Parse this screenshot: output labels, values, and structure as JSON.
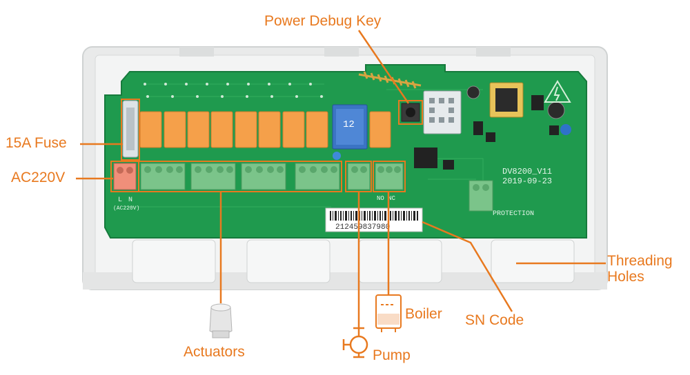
{
  "callouts": {
    "power_debug_key": "Power Debug Key",
    "fuse": "15A Fuse",
    "ac": "AC220V",
    "threading_line1": "Threading",
    "threading_line2": "Holes",
    "boiler": "Boiler",
    "sn_code": "SN Code",
    "actuators": "Actuators",
    "pump": "Pump"
  },
  "board": {
    "model": "DV8200_V11",
    "date": "2019-09-23",
    "protection": "PROTECTION",
    "ac_marking": "(AC220V)",
    "l_label": "L",
    "n_label": "N",
    "sn_barcode": "212459837980",
    "relay_text": "12",
    "no_nc_text": "NO NC"
  },
  "colors": {
    "accent": "#e8791f",
    "pcb": "#1f9a4e",
    "relay": "#f5a04a",
    "terminal": "#7bc48a",
    "terminal_ac": "#f08f7a",
    "enclosure": "#e9eaea"
  }
}
